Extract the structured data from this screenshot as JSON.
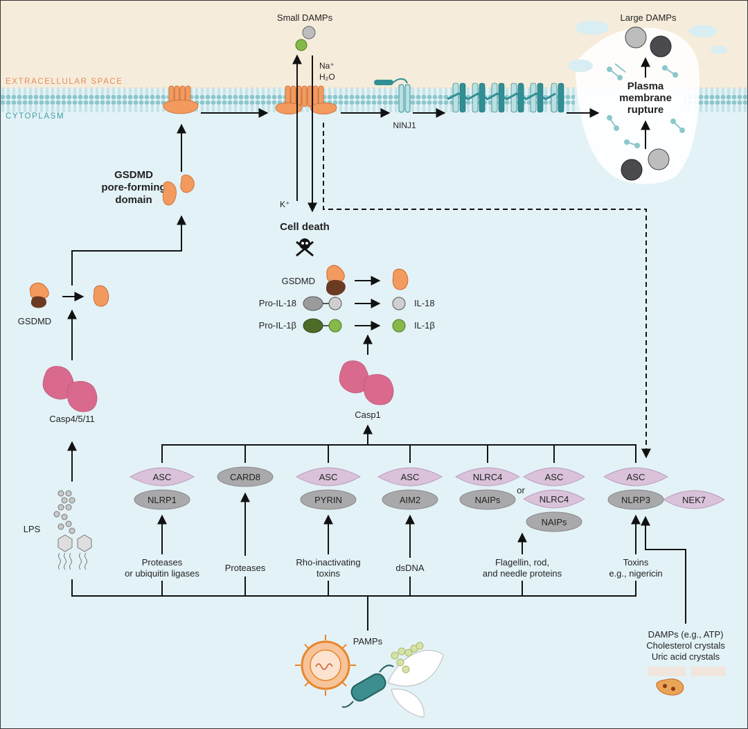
{
  "zones": {
    "extracellular": "EXTRACELLULAR SPACE",
    "cytoplasm": "CYTOPLASM"
  },
  "top": {
    "small_damps": "Small DAMPs",
    "large_damps": "Large DAMPs",
    "na": "Na⁺",
    "h2o": "H₂O",
    "k": "K⁺",
    "ninj1": "NINJ1",
    "rupture_line1": "Plasma",
    "rupture_line2": "membrane",
    "rupture_line3": "rupture",
    "cell_death": "Cell death"
  },
  "left": {
    "pore_line1": "GSDMD",
    "pore_line2": "pore-forming",
    "pore_line3": "domain",
    "gsdmd": "GSDMD",
    "casp": "Casp4/5/11",
    "lps": "LPS"
  },
  "cleavage": {
    "gsdmd": "GSDMD",
    "pro_il18": "Pro-IL-18",
    "pro_il1b": "Pro-IL-1β",
    "il18": "IL-18",
    "il1b": "IL-1β",
    "casp1": "Casp1"
  },
  "sensors": {
    "asc": "ASC",
    "nlrp1": "NLRP1",
    "card8": "CARD8",
    "pyrin": "PYRIN",
    "aim2": "AIM2",
    "nlrc4": "NLRC4",
    "naips": "NAIPs",
    "or": "or",
    "nlrp3": "NLRP3",
    "nek7": "NEK7"
  },
  "triggers": {
    "proteases_ub_1": "Proteases",
    "proteases_ub_2": "or ubiquitin ligases",
    "proteases": "Proteases",
    "rho_1": "Rho-inactivating",
    "rho_2": "toxins",
    "dsdna": "dsDNA",
    "flag_1": "Flagellin, rod,",
    "flag_2": "and needle proteins",
    "toxins_1": "Toxins",
    "toxins_2": "e.g., nigericin"
  },
  "bottom": {
    "pamps": "PAMPs",
    "damps_1": "DAMPs (e.g., ATP)",
    "damps_2": "Cholesterol crystals",
    "damps_3": "Uric acid crystals"
  },
  "colors": {
    "extracellular_bg": "#f6ecdb",
    "cytoplasm_bg": "#e3f2f7",
    "membrane": "#a9d7da",
    "gsdmd_orange": "#f39a5e",
    "gsdmd_brown": "#6b3a22",
    "caspase_pink": "#d9698d",
    "asc_lilac": "#d9c2da",
    "nlr_grey": "#a9a9ab",
    "ninj1_teal": "#2f8f95",
    "il18_grey": "#cfcfcf",
    "il1b_green": "#86b84a"
  }
}
